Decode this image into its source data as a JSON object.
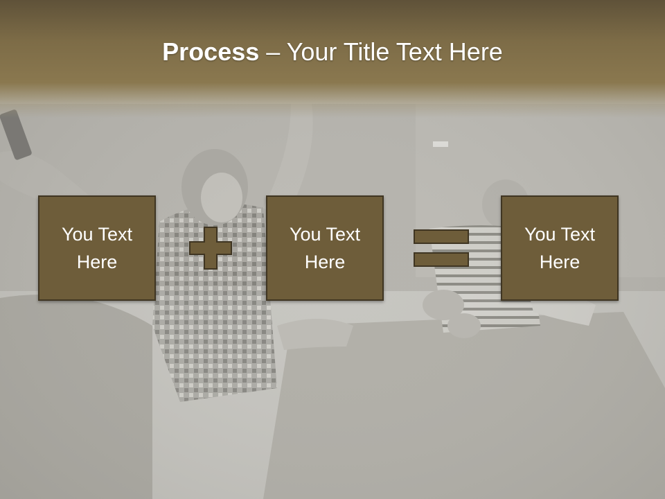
{
  "slide": {
    "title_bold": "Process",
    "title_rest": " – Your Title Text Here",
    "boxes": [
      {
        "label": "You Text\nHere"
      },
      {
        "label": "You Text\nHere"
      },
      {
        "label": "You Text\nHere"
      }
    ],
    "operators": [
      "plus-icon",
      "equals-icon"
    ],
    "colors": {
      "title_band": "#7d6c47",
      "box_fill": "#6e5d3a",
      "box_border": "#3f3522",
      "operator_fill": "#6e5d3a",
      "background": "#c9c8c3",
      "text": "#ffffff"
    }
  }
}
